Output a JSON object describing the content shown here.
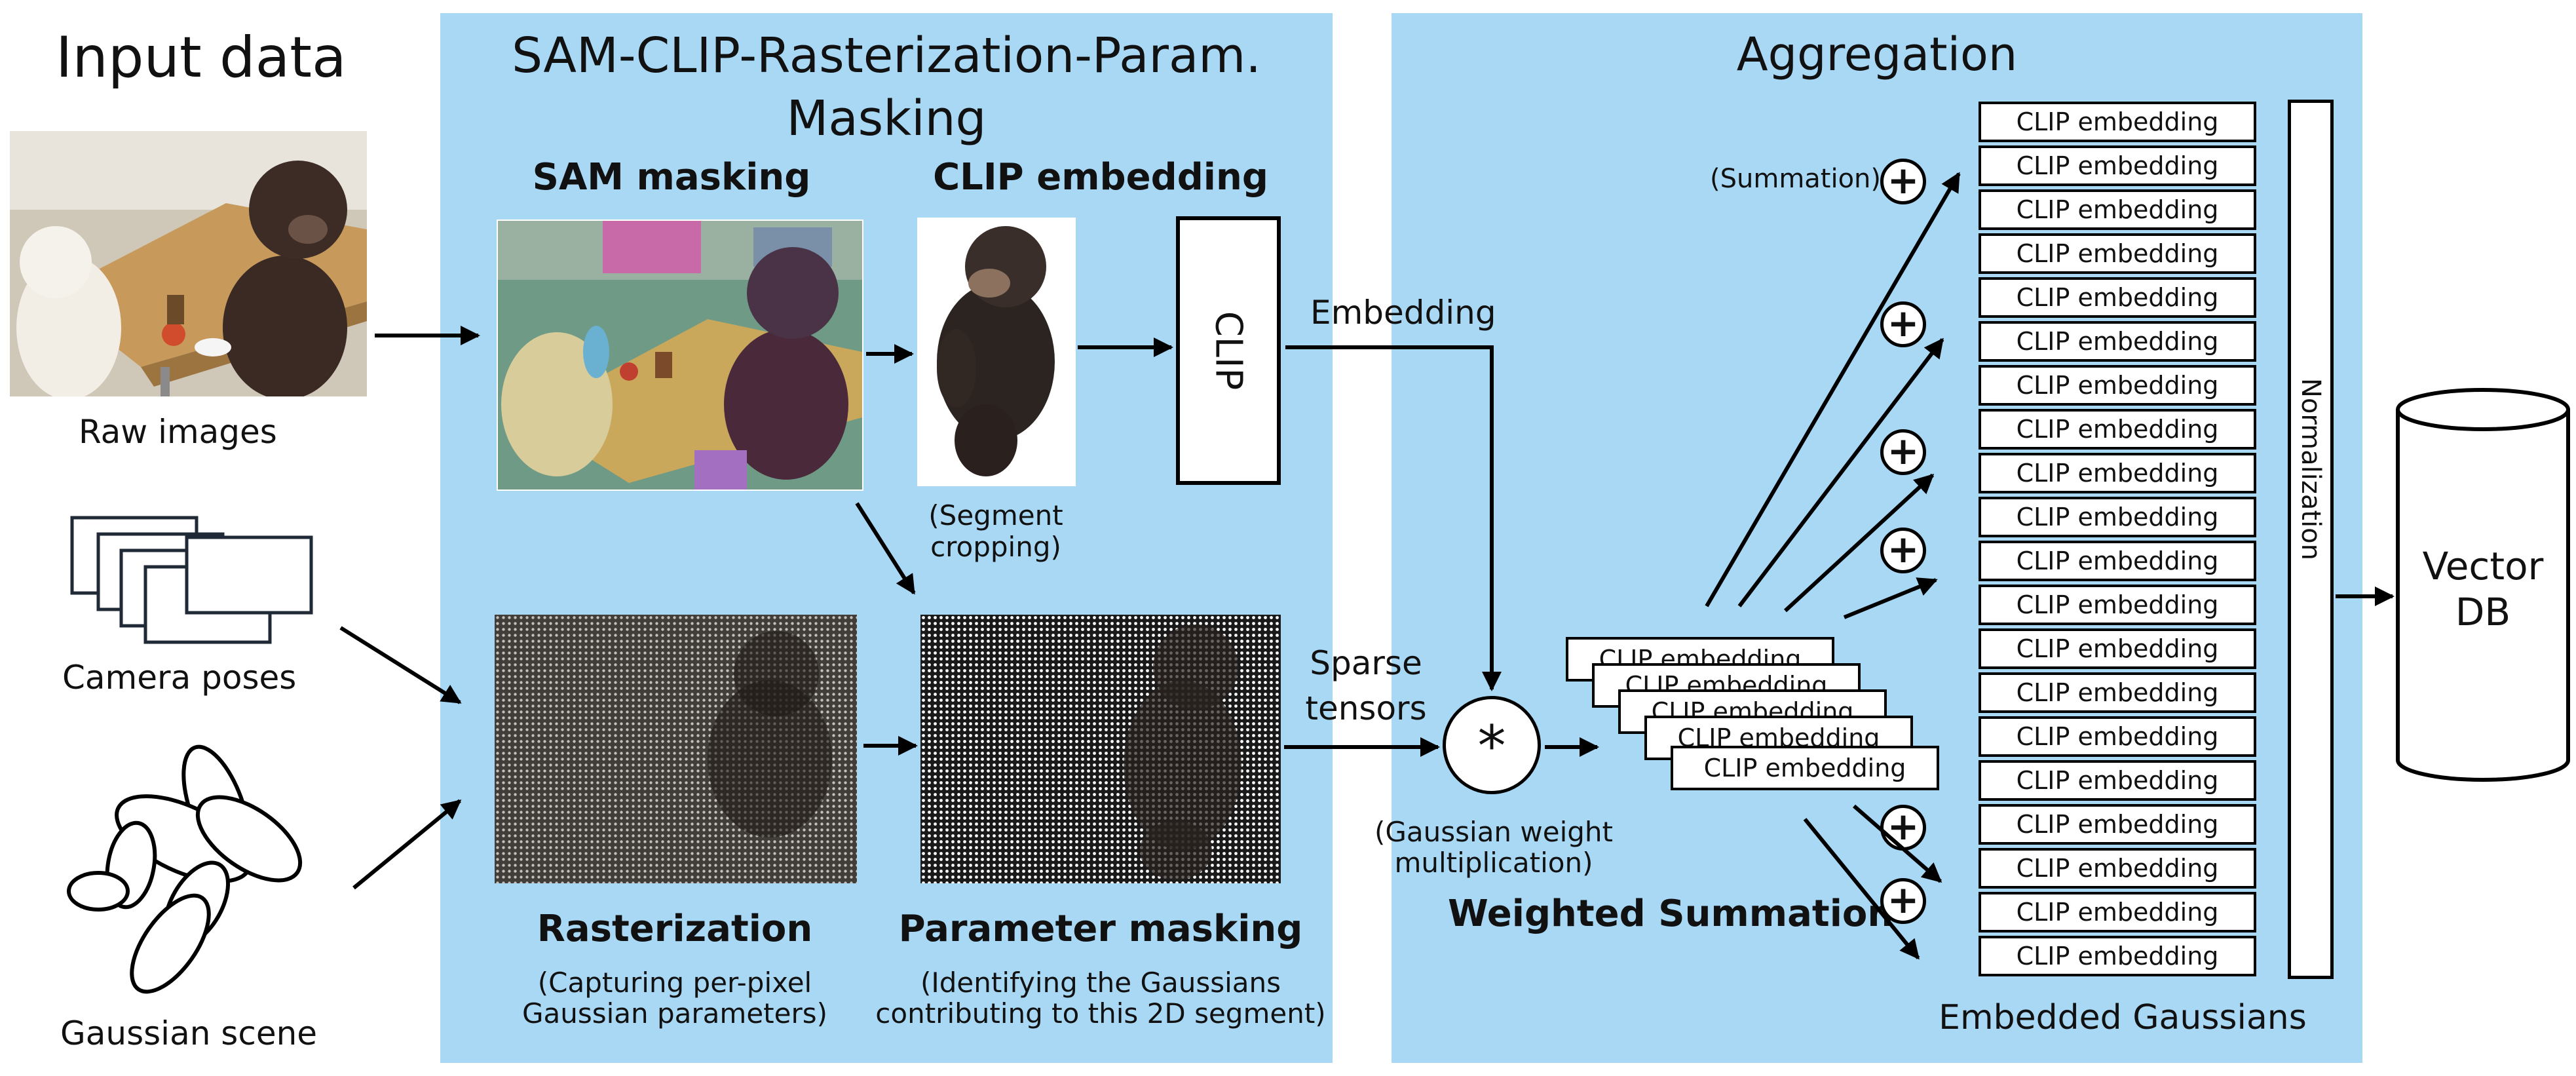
{
  "input_column": {
    "title": "Input data",
    "raw_images_label": "Raw images",
    "camera_poses_label": "Camera poses",
    "gaussian_scene_label": "Gaussian scene"
  },
  "masking_panel": {
    "title_line1": "SAM-CLIP-Rasterization-Param.",
    "title_line2": "Masking",
    "sam_label": "SAM masking",
    "clip_label": "CLIP embedding",
    "clip_box_text": "CLIP",
    "segment_cropping_line1": "(Segment",
    "segment_cropping_line2": "cropping)",
    "rasterization_label": "Rasterization",
    "rasterization_sub_line1": "(Capturing per-pixel",
    "rasterization_sub_line2": "Gaussian parameters)",
    "param_masking_label": "Parameter masking",
    "param_masking_sub_line1": "(Identifying the Gaussians",
    "param_masking_sub_line2": "contributing to this 2D segment)"
  },
  "aggregation_panel": {
    "title": "Aggregation",
    "embedding_label": "Embedding",
    "sparse_line1": "Sparse",
    "sparse_line2": "tensors",
    "multiply_symbol": "*",
    "gaussian_weight_line1": "(Gaussian weight",
    "gaussian_weight_line2": "multiplication)",
    "weighted_summation": "Weighted Summation",
    "summation_label": "(Summation)",
    "plus_symbol": "+",
    "stack_items": [
      "CLIP embedding",
      "CLIP embedding",
      "CLIP embedding",
      "CLIP embedding",
      "CLIP embedding"
    ],
    "embedded_items": [
      "CLIP embedding",
      "CLIP embedding",
      "CLIP embedding",
      "CLIP embedding",
      "CLIP embedding",
      "CLIP embedding",
      "CLIP embedding",
      "CLIP embedding",
      "CLIP embedding",
      "CLIP embedding",
      "CLIP embedding",
      "CLIP embedding",
      "CLIP embedding",
      "CLIP embedding",
      "CLIP embedding",
      "CLIP embedding",
      "CLIP embedding",
      "CLIP embedding",
      "CLIP embedding",
      "CLIP embedding"
    ],
    "normalization_label": "Normalization",
    "embedded_gaussians_label": "Embedded Gaussians",
    "vector_db_line1": "Vector",
    "vector_db_line2": "DB"
  }
}
